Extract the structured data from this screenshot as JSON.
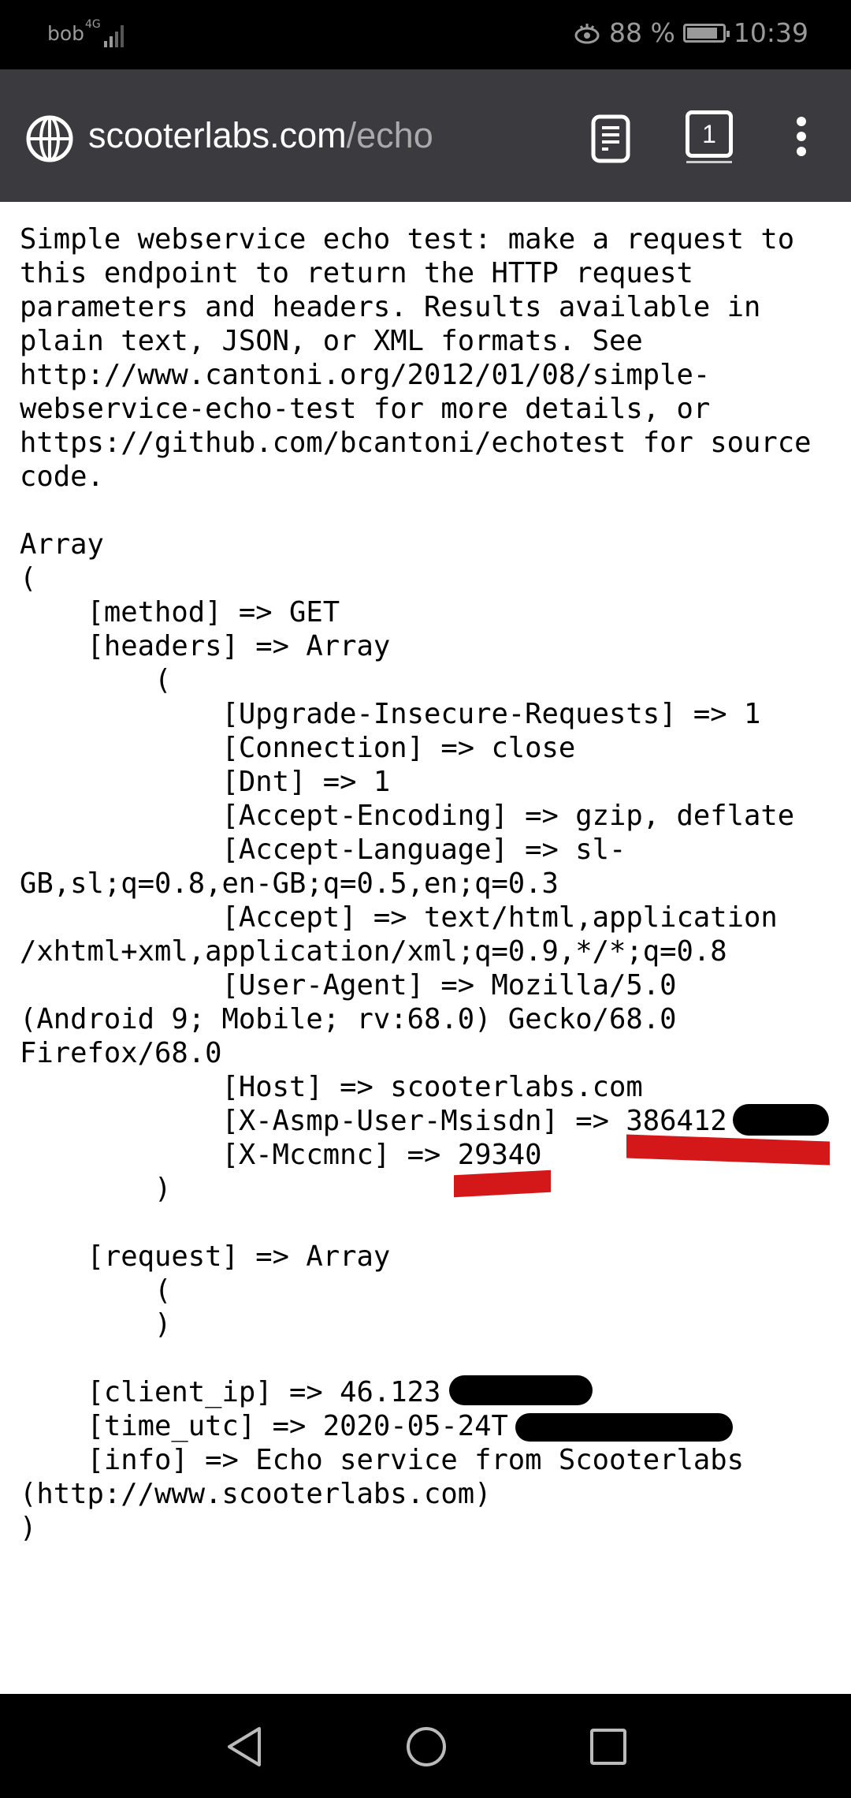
{
  "status_bar": {
    "carrier": "bob",
    "network": "4G",
    "battery_percent": "88 %",
    "battery_level": 0.88,
    "time": "10:39"
  },
  "toolbar": {
    "url_host": "scooterlabs.com",
    "url_path": "/echo",
    "tab_count": "1"
  },
  "page": {
    "lines": [
      "Simple webservice echo test: make a request to",
      "this endpoint to return the HTTP request",
      "parameters and headers. Results available in",
      "plain text, JSON, or XML formats. See",
      "http://www.cantoni.org/2012/01/08/simple-",
      "webservice-echo-test for more details, or",
      "https://github.com/bcantoni/echotest for source",
      "code.",
      "",
      "Array",
      "(",
      "    [method] => GET",
      "    [headers] => Array",
      "        (",
      "            [Upgrade-Insecure-Requests] => 1",
      "            [Connection] => close",
      "            [Dnt] => 1",
      "            [Accept-Encoding] => gzip, deflate",
      "            [Accept-Language] => sl-",
      "GB,sl;q=0.8,en-GB;q=0.5,en;q=0.3",
      "            [Accept] => text/html,application",
      "/xhtml+xml,application/xml;q=0.9,*/*;q=0.8",
      "            [User-Agent] => Mozilla/5.0",
      "(Android 9; Mobile; rv:68.0) Gecko/68.0",
      "Firefox/68.0",
      "            [Host] => scooterlabs.com",
      "            [X-Asmp-User-Msisdn] => 386412",
      "            [X-Mccmnc] => 29340",
      "        )",
      "",
      "    [request] => Array",
      "        (",
      "        )",
      "",
      "    [client_ip] => 46.123",
      "    [time_utc] => 2020-05-24T",
      "    [info] => Echo service from Scooterlabs",
      "(http://www.scooterlabs.com)",
      ")"
    ]
  },
  "colors": {
    "toolbar": "#3a3a3f",
    "redaction": "#000000",
    "highlight": "#d4181a"
  }
}
